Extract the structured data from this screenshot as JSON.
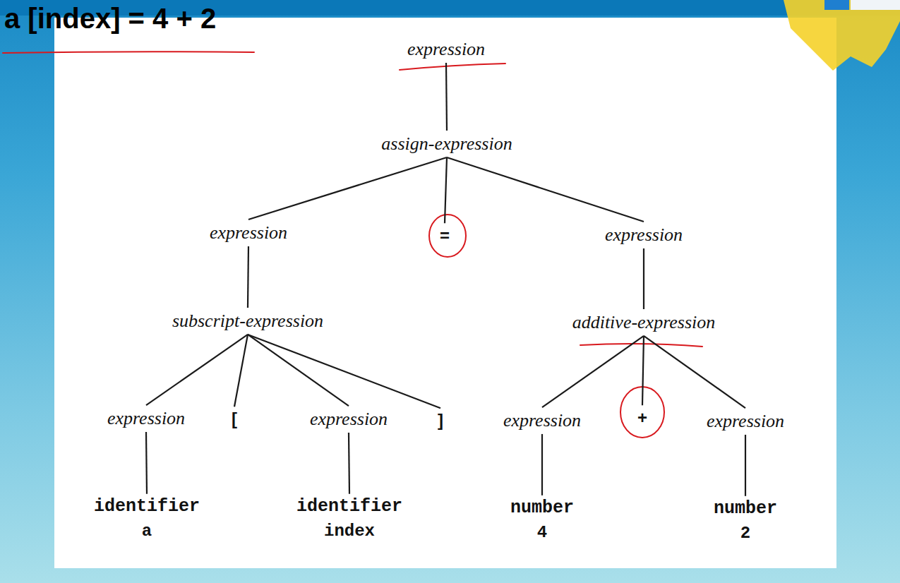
{
  "diagram": {
    "title": "a [index] = 4 + 2",
    "nodes": [
      {
        "text": [
          "expression"
        ]
      },
      {
        "text": [
          "assign-expression"
        ]
      },
      {
        "text": [
          "expression"
        ]
      },
      {
        "text": [
          "="
        ]
      },
      {
        "text": [
          "expression"
        ]
      },
      {
        "text": [
          "subscript-expression"
        ]
      },
      {
        "text": [
          "additive-expression"
        ]
      },
      {
        "text": [
          "expression"
        ]
      },
      {
        "text": [
          "["
        ]
      },
      {
        "text": [
          "expression"
        ]
      },
      {
        "text": [
          "]"
        ]
      },
      {
        "text": [
          "expression"
        ]
      },
      {
        "text": [
          "+"
        ]
      },
      {
        "text": [
          "expression"
        ]
      },
      {
        "text": [
          "identifier",
          "a"
        ]
      },
      {
        "text": [
          "identifier",
          "index"
        ]
      },
      {
        "text": [
          "number",
          "4"
        ]
      },
      {
        "text": [
          "number",
          "2"
        ]
      }
    ],
    "edges": [
      {
        "from": 0,
        "to": 1,
        "arrow": "none"
      },
      {
        "from": 1,
        "to": 2,
        "arrow": "none"
      },
      {
        "from": 1,
        "to": 3,
        "arrow": "none"
      },
      {
        "from": 1,
        "to": 4,
        "arrow": "none"
      },
      {
        "from": 2,
        "to": 5,
        "arrow": "none"
      },
      {
        "from": 4,
        "to": 6,
        "arrow": "none"
      },
      {
        "from": 5,
        "to": 7,
        "arrow": "none"
      },
      {
        "from": 5,
        "to": 8,
        "arrow": "none"
      },
      {
        "from": 5,
        "to": 9,
        "arrow": "none"
      },
      {
        "from": 5,
        "to": 10,
        "arrow": "none"
      },
      {
        "from": 6,
        "to": 11,
        "arrow": "none"
      },
      {
        "from": 6,
        "to": 12,
        "arrow": "none"
      },
      {
        "from": 6,
        "to": 13,
        "arrow": "none"
      },
      {
        "from": 7,
        "to": 14,
        "arrow": "none"
      },
      {
        "from": 9,
        "to": 15,
        "arrow": "none"
      },
      {
        "from": 11,
        "to": 16,
        "arrow": "none"
      },
      {
        "from": 13,
        "to": 17,
        "arrow": "none"
      }
    ]
  }
}
